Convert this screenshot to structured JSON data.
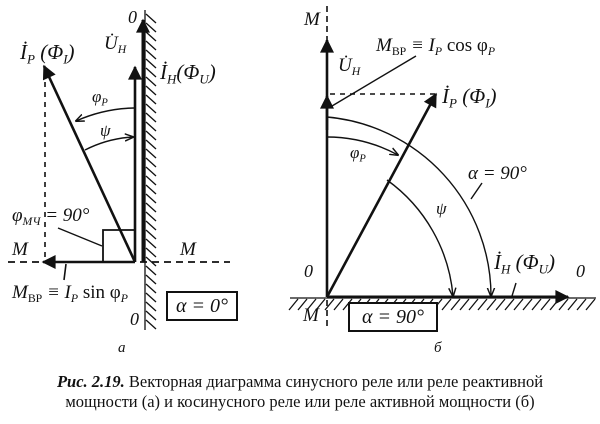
{
  "diagram_a": {
    "panel_label": "а",
    "alpha_box": "α = 0°",
    "labels": {
      "zero_top": "0",
      "zero_bottom": "0",
      "u_h": "U̇",
      "u_h_sub": "H",
      "i_h": "İ",
      "i_h_sub": "H",
      "i_h_flux": "(Φ",
      "i_h_flux_sub": "U",
      "i_h_flux_close": ")",
      "i_p": "İ",
      "i_p_sub": "P",
      "i_p_flux": "(Φ",
      "i_p_flux_sub": "I",
      "i_p_flux_close": ")",
      "phi_p": "φ",
      "phi_p_sub": "P",
      "psi": "ψ",
      "phi_mch": "φ",
      "phi_mch_sub": "МЧ",
      "phi_mch_value": " = 90°",
      "m_left": "M",
      "m_right": "M",
      "m_vr": "M",
      "m_vr_sub": "ВР",
      "m_vr_formula": " ≡ I",
      "m_vr_formula_sub": "P",
      "m_vr_func": " sin φ",
      "m_vr_func_sub": "P"
    }
  },
  "diagram_b": {
    "panel_label": "б",
    "alpha_box": "α = 90°",
    "labels": {
      "m_top": "M",
      "m_bottom": "M",
      "zero_left": "0",
      "zero_right": "0",
      "u_h": "U̇",
      "u_h_sub": "H",
      "i_p": "İ",
      "i_p_sub": "P",
      "i_p_flux": "(Φ",
      "i_p_flux_sub": "I",
      "i_p_flux_close": ")",
      "i_h": "İ",
      "i_h_sub": "H",
      "i_h_flux": "(Φ",
      "i_h_flux_sub": "U",
      "i_h_flux_close": ")",
      "phi_p": "φ",
      "phi_p_sub": "P",
      "psi": "ψ",
      "alpha": "α = 90°",
      "m_vr": "M",
      "m_vr_sub": "ВР",
      "m_vr_formula": " ≡ I",
      "m_vr_formula_sub": "P",
      "m_vr_func": " cos φ",
      "m_vr_func_sub": "P"
    }
  },
  "caption": {
    "figure_number": "Рис. 2.19.",
    "line1": " Векторная диаграмма синусного реле или реле реактивной",
    "line2": "мощности (а) и косинусного реле или реле активной мощности (б)"
  }
}
